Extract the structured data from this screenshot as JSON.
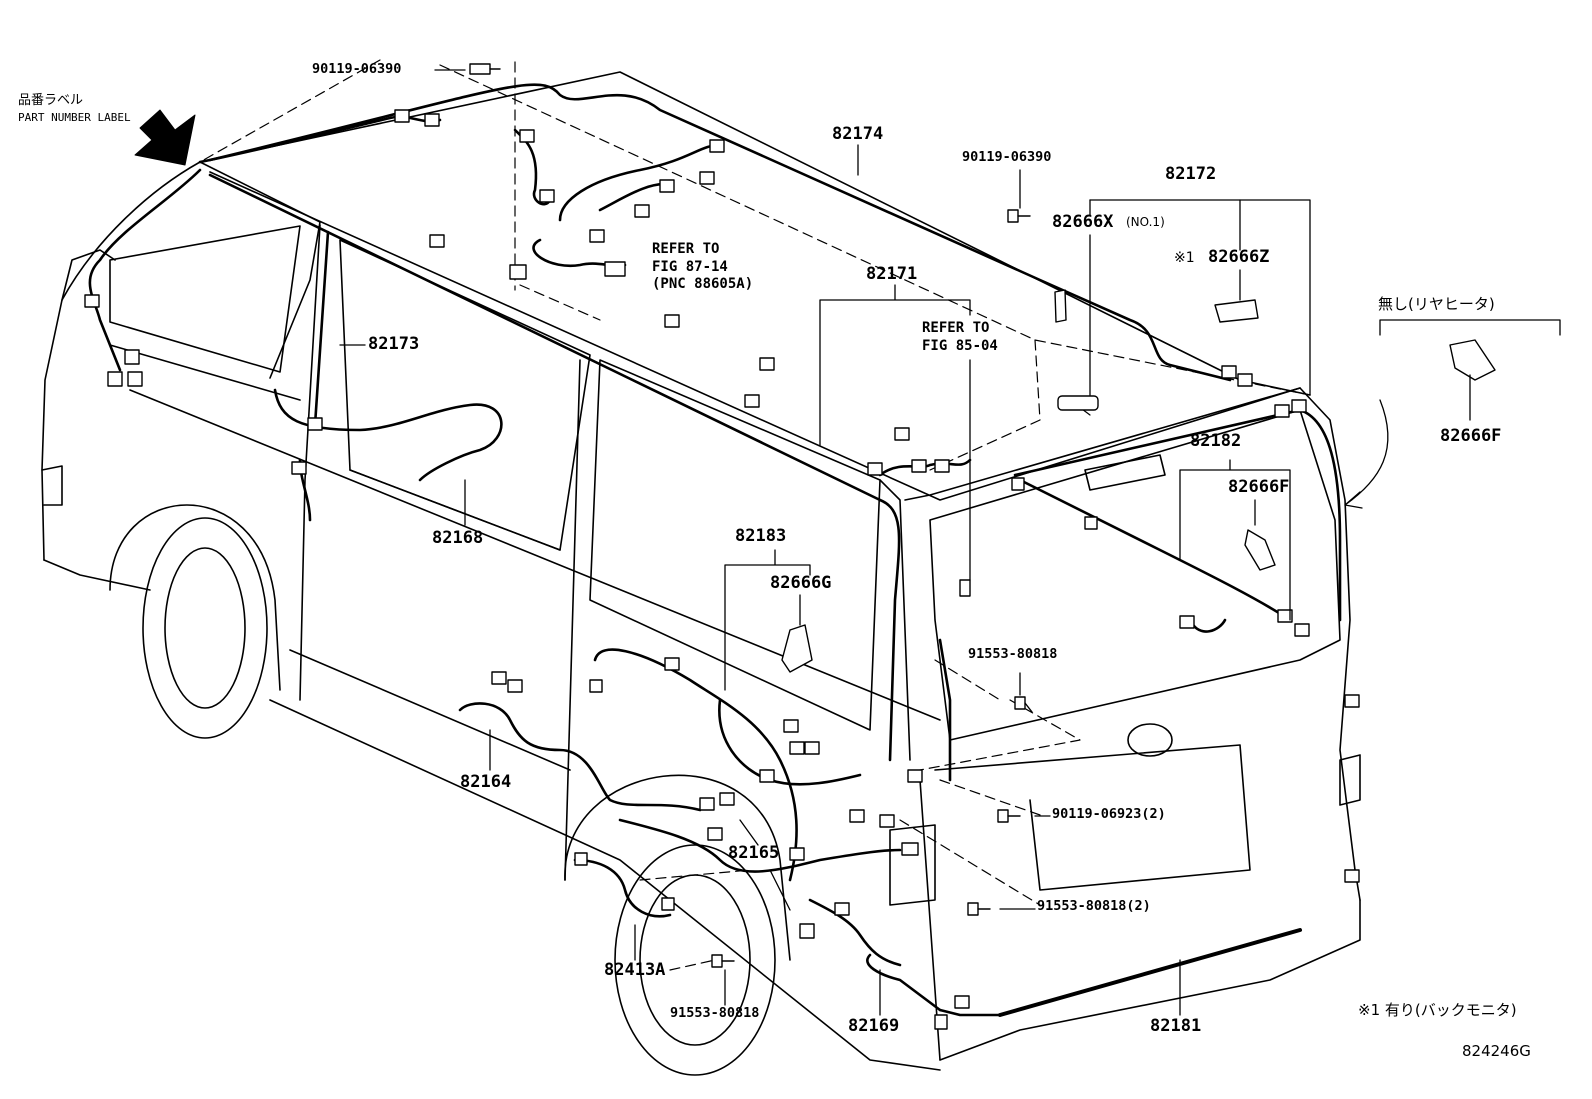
{
  "labels": {
    "part_number_label_jp": "品番ラベル",
    "part_number_label_en": "PART NUMBER LABEL",
    "bolt_top": "90119-06390",
    "bolt_right": "90119-06390",
    "p82174": "82174",
    "p82172": "82172",
    "p82666x": "82666X",
    "p82666x_note": "(NO.1)",
    "p82666z_mark": "※1",
    "p82666z": "82666Z",
    "refer1_line1": "REFER TO",
    "refer1_line2": "FIG 87-14",
    "refer1_line3": "(PNC 88605A)",
    "p82171": "82171",
    "refer2_line1": "REFER TO",
    "refer2_line2": "FIG 85-04",
    "no_rear_heater": "無し(リヤヒータ)",
    "p82666f_top": "82666F",
    "p82173": "82173",
    "p82168": "82168",
    "p82182": "82182",
    "p82666f_mid": "82666F",
    "p82183": "82183",
    "p82666g": "82666G",
    "screw_91553_a": "91553-80818",
    "p82164": "82164",
    "bolt_90119_06923": "90119-06923(2)",
    "p82165": "82165",
    "screw_91553_b": "91553-80818(2)",
    "p82413a": "82413A",
    "screw_91553_c": "91553-80818",
    "p82169": "82169",
    "p82181": "82181",
    "footnote": "※1 有り(バックモニタ)",
    "figure_id": "824246G"
  }
}
